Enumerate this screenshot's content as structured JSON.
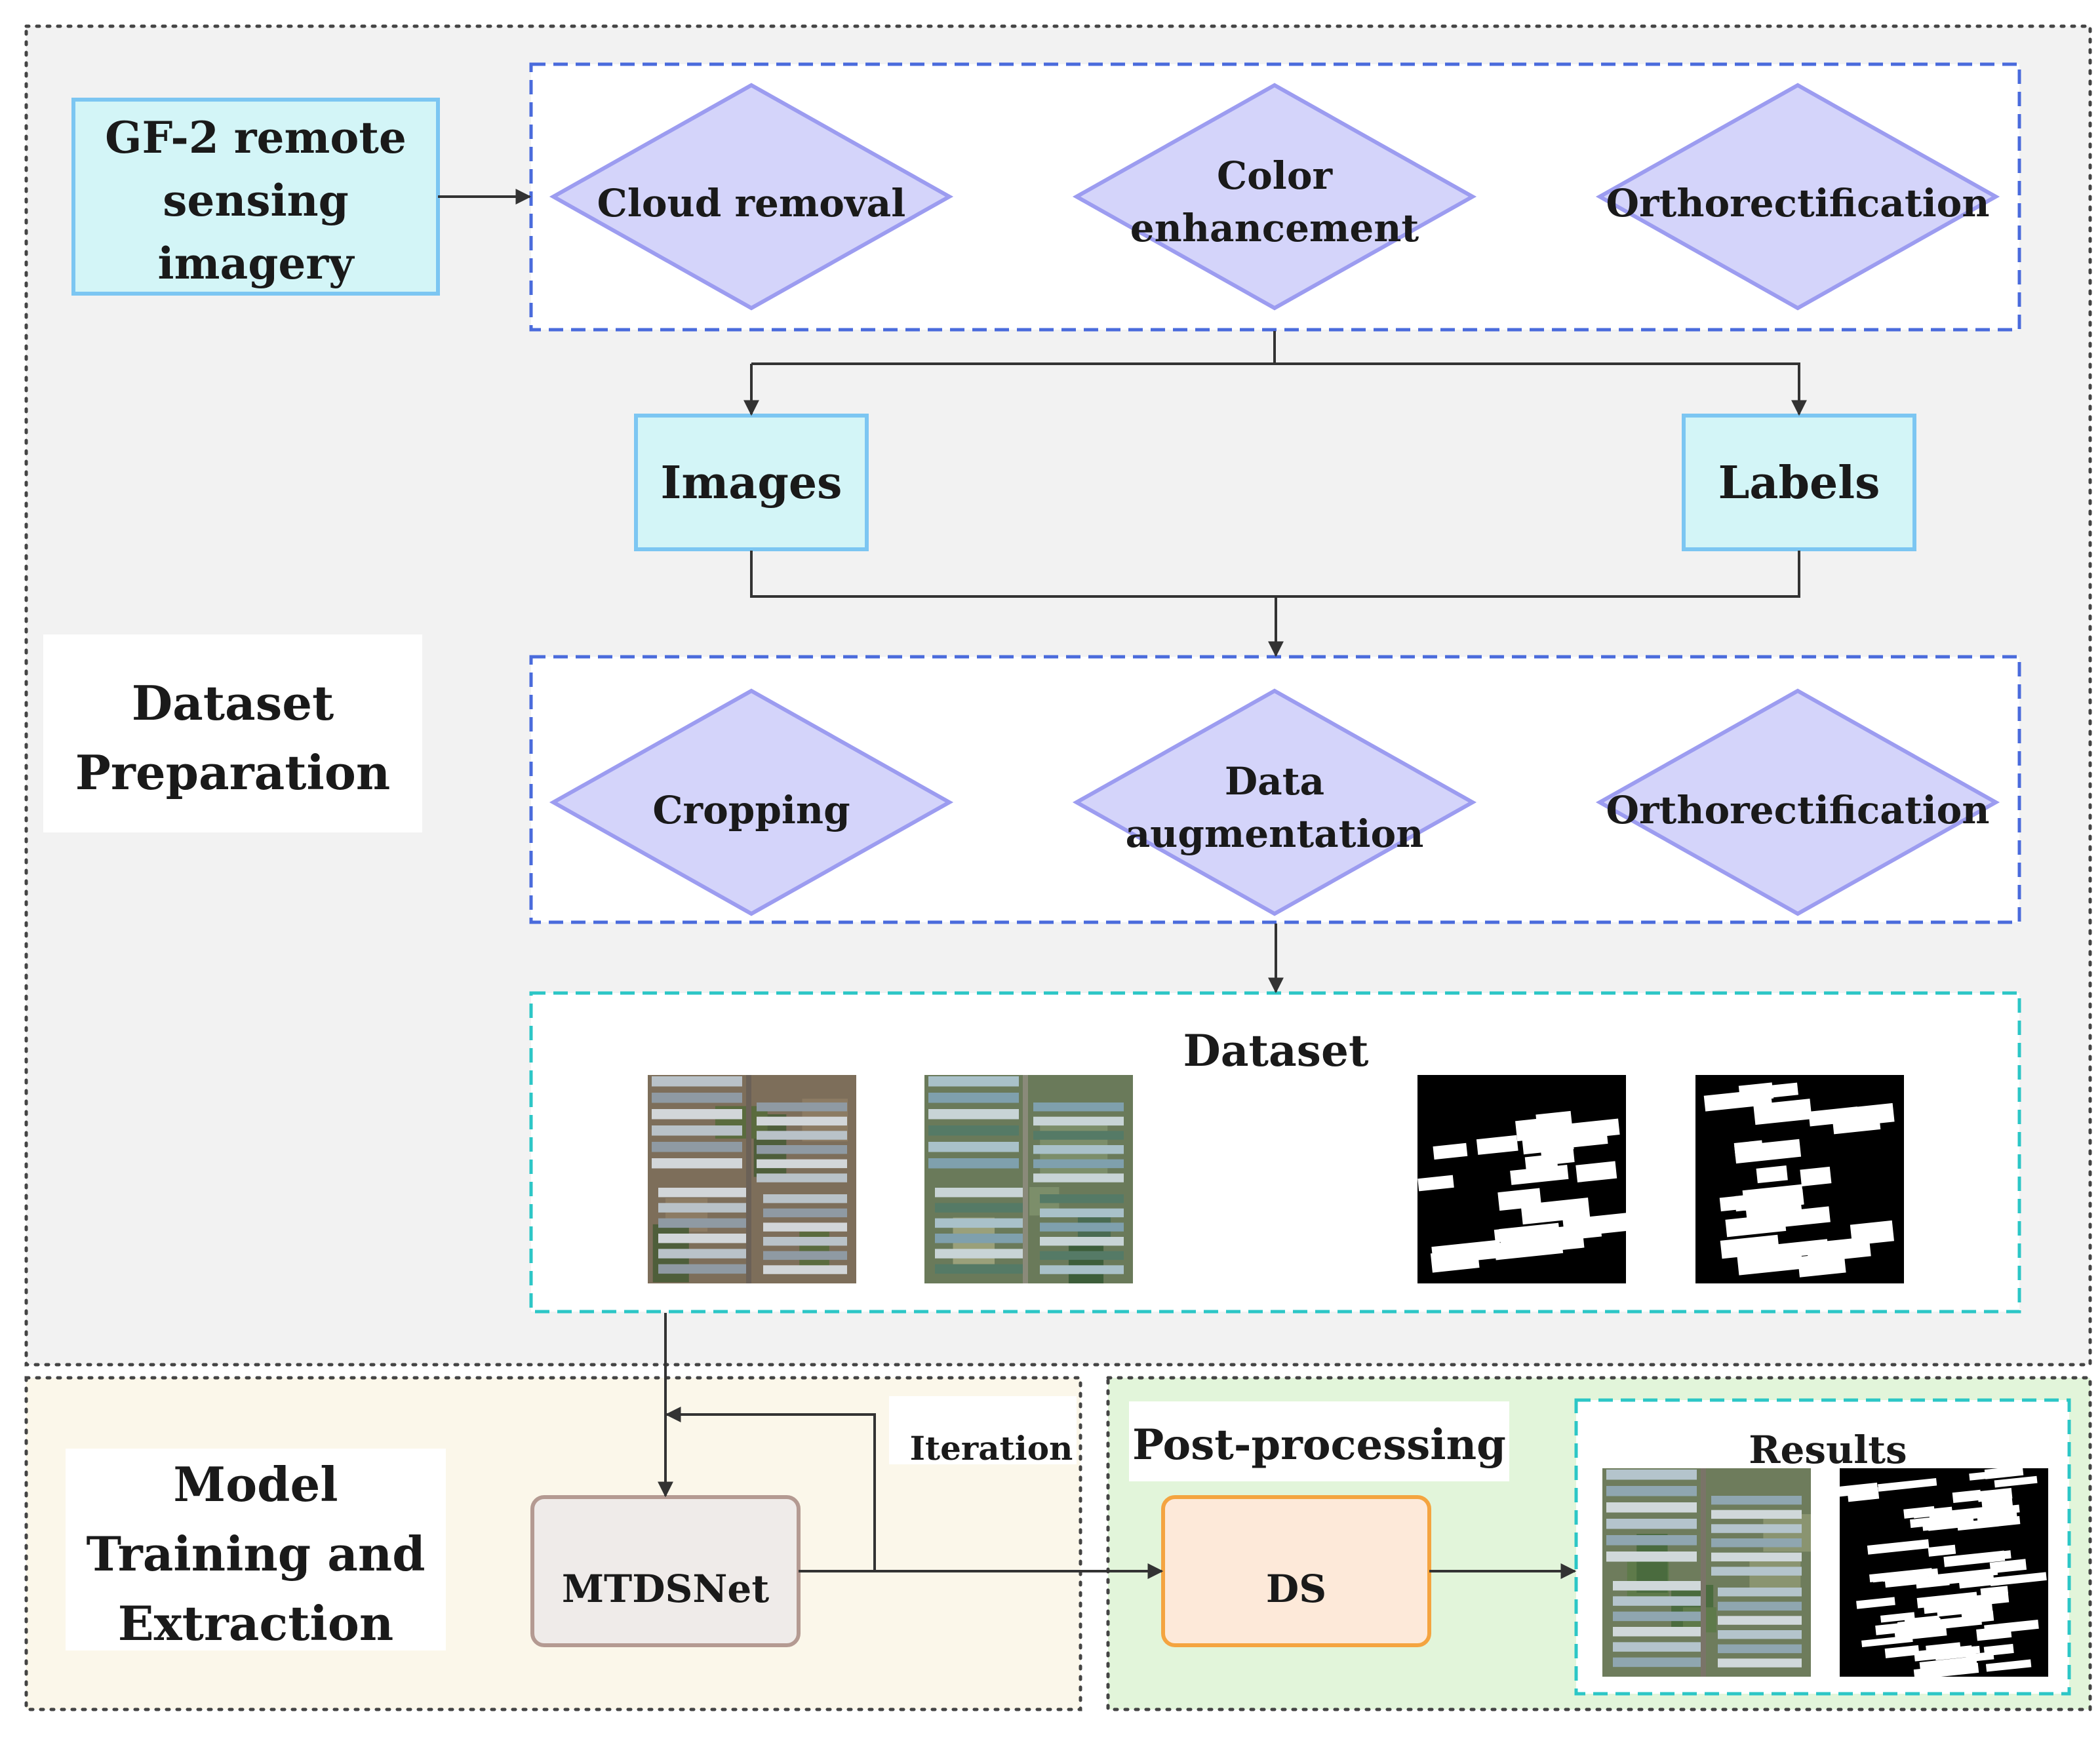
{
  "colors": {
    "top_panel_bg": "#f2f2f2",
    "training_panel_bg": "#fbf7ea",
    "postprocess_panel_bg": "#e2f5da",
    "cyan_box_fill": "#d3f5f7",
    "cyan_box_stroke": "#7cc6f2",
    "diamond_fill": "#d4d4fa",
    "diamond_stroke": "#9c9cf0",
    "blue_dash": "#4a6bdc",
    "teal_dash": "#2cc6c6",
    "mtdsnet_fill": "#efebe9",
    "mtdsnet_stroke": "#b49a92",
    "ds_fill": "#fde9d9",
    "ds_stroke": "#f4a440",
    "arrow": "#333333"
  },
  "sections": {
    "dataset_preparation": "Dataset\nPreparation",
    "model_training": "Model\nTraining and\nExtraction",
    "post_processing": "Post-processing"
  },
  "nodes": {
    "source": "GF-2 remote\nsensing\nimagery",
    "cloud_removal": "Cloud removal",
    "color_enhancement": "Color\nenhancement",
    "orthorectification_1": "Orthorectification",
    "images": "Images",
    "labels": "Labels",
    "cropping": "Cropping",
    "data_augmentation": "Data\naugmentation",
    "orthorectification_2": "Orthorectification",
    "dataset": "Dataset",
    "iteration": "Iteration",
    "mtdsnet": "MTDSNet",
    "ds": "DS",
    "results": "Results"
  },
  "thumbnails": {
    "dataset": [
      "aerial-image-thumbnail",
      "aerial-image-thumbnail",
      "binary-mask-thumbnail",
      "binary-mask-thumbnail"
    ],
    "results": [
      "aerial-image-thumbnail",
      "binary-mask-thumbnail"
    ]
  }
}
